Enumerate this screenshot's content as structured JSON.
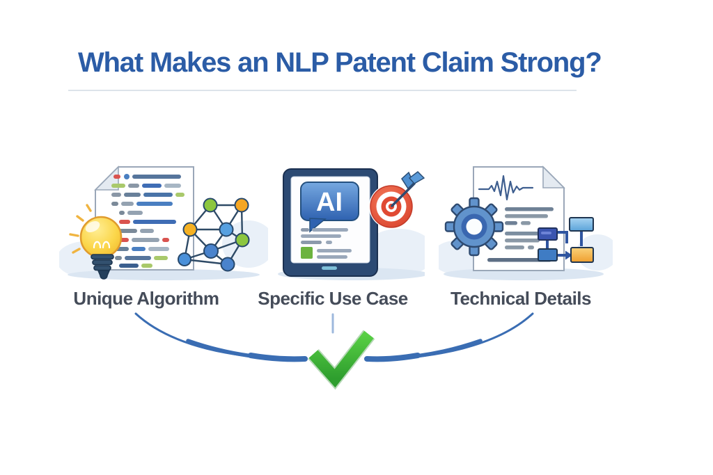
{
  "title": "What Makes an NLP Patent Claim Strong?",
  "items": [
    {
      "label": "Unique Algorithm",
      "icon": "lightbulb-code-document-network-icon"
    },
    {
      "label": "Specific Use Case",
      "icon": "tablet-ai-chat-target-icon",
      "screen_badge": "AI"
    },
    {
      "label": "Technical Details",
      "icon": "gear-document-flowchart-icon"
    }
  ],
  "conclusion": {
    "icon": "green-checkmark-icon"
  },
  "colors": {
    "title_text": "#2b5ca6",
    "label_text": "#454c59",
    "divider": "#dde3ea",
    "connector_blue": "#3a6db3",
    "connector_light": "#9db8dc",
    "check_green": "#3ebc3b",
    "bulb_yellow": "#f8cf3a",
    "ai_bubble_blue": "#3f74bd",
    "target_red": "#e8543f",
    "flowchart_orange": "#f2a93b",
    "node_green": "#8cc63f",
    "node_orange": "#f5a623",
    "node_blue": "#4a90d9",
    "gear_blue": "#6193cc",
    "shadow_blue": "#dbe6f2"
  }
}
